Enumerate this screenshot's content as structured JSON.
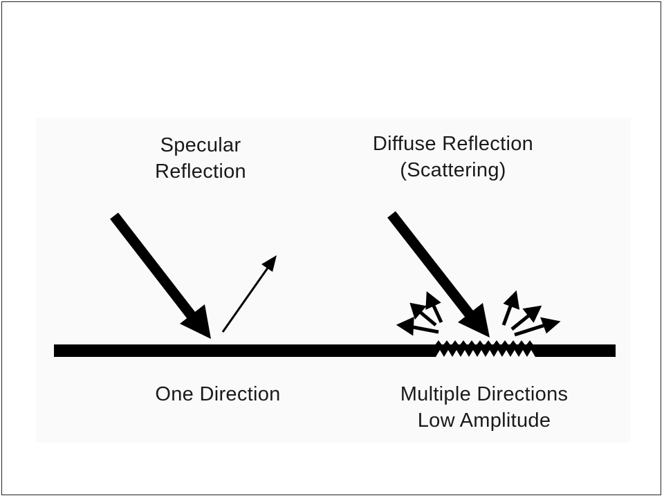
{
  "specular": {
    "title_line1": "Specular",
    "title_line2": "Reflection",
    "caption": "One Direction"
  },
  "diffuse": {
    "title_line1": "Diffuse Reflection",
    "title_line2": "(Scattering)",
    "caption_line1": "Multiple Directions",
    "caption_line2": "Low Amplitude"
  },
  "colors": {
    "ink": "#000000",
    "panel": "#fafafa"
  }
}
